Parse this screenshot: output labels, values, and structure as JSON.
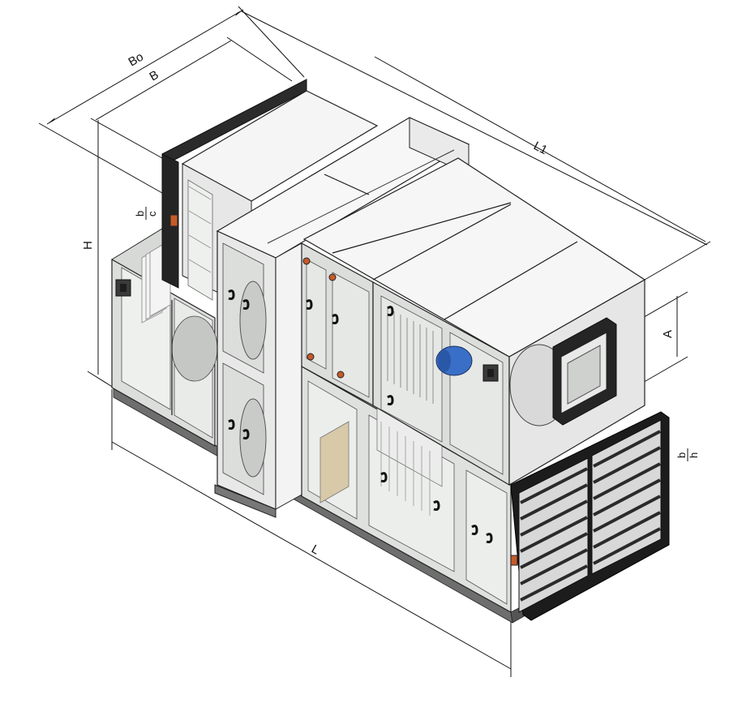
{
  "diagram": {
    "labels": {
      "Bo": "Bo",
      "B": "B",
      "L1": "L1",
      "H": "H",
      "A": "A",
      "L": "L",
      "bc_top": "b",
      "bc_bottom": "c",
      "bh_top": "b",
      "bh_bottom": "h"
    },
    "colors": {
      "panel_light": "#f4f4f4",
      "panel_side": "#e3e3e3",
      "panel_dark": "#c9c9c9",
      "frame": "#9a9a9a",
      "glass": "#dcdedc",
      "motor": "#3a6fc7",
      "handle": "#111111",
      "sensor": "#c55a2a",
      "louver": "#2a2a2a"
    }
  }
}
